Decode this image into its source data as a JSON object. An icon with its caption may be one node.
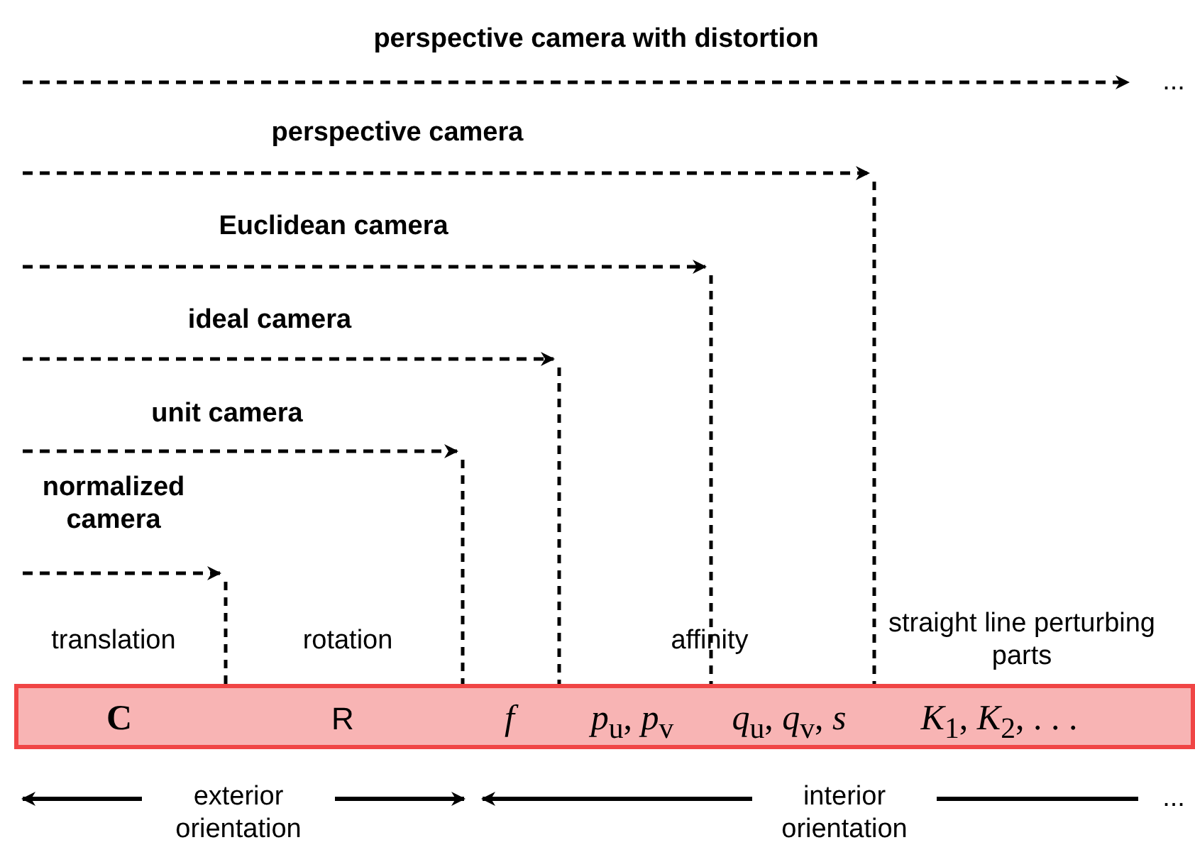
{
  "diagram": {
    "nodes": [
      {
        "text": [],
        "shape": "bar"
      },
      {
        "text": [
          "C"
        ],
        "in": 0
      },
      {
        "text": [
          "R"
        ],
        "in": 0
      },
      {
        "text": [
          "*f*"
        ],
        "in": 0
      },
      {
        "text": [
          "*p*$_{u}$, *p*$_{v}$"
        ],
        "in": 0
      },
      {
        "text": [
          "*q*$_{u}$, *q*$_{v}$, *s*"
        ],
        "in": 0
      },
      {
        "text": [
          "*K*$_{1}$, *K*$_{2}$, . . ."
        ],
        "in": 0
      }
    ],
    "edges": [],
    "labels": [
      "perspective camera with distortion",
      "...",
      "perspective camera",
      "Euclidean camera",
      "ideal camera",
      "unit camera",
      "normalized camera",
      "translation",
      "rotation",
      "affinity",
      "straight line perturbing parts",
      "exterior orientation",
      "interior orientation",
      "..."
    ]
  }
}
